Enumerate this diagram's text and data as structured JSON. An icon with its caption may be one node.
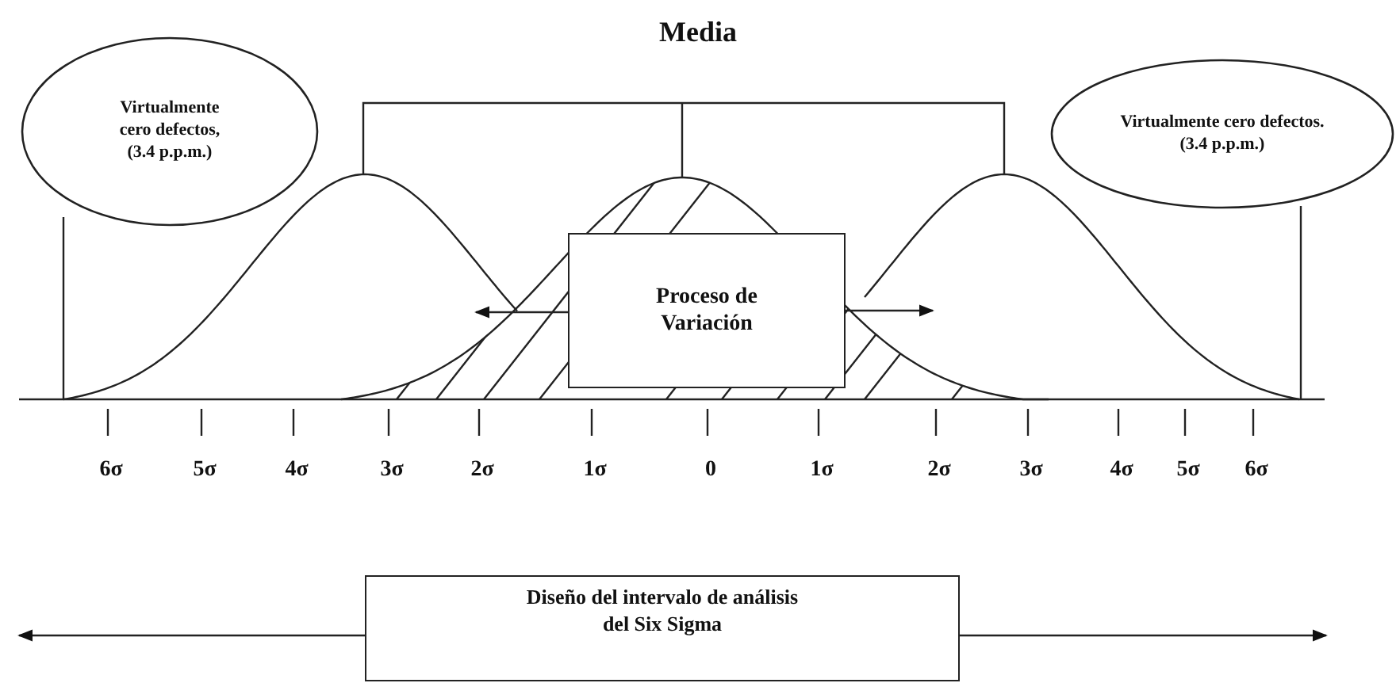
{
  "diagram": {
    "nodes": [
      {
        "text": [
          "Virtualmente cero defectos, (3.4 p.p.m.)"
        ]
      },
      {
        "text": [
          "Virtualmente cero defectos. (3.4 p.p.m.)"
        ]
      },
      {
        "text": [
          "Proceso de Variación"
        ]
      },
      {
        "text": [
          "Diseño del intervalo de análisis del Six Sigma"
        ]
      }
    ],
    "edges": [
      {
        "from": 2,
        "to": null,
        "arrow": "to"
      },
      {
        "from": 2,
        "to": null,
        "arrow": "to"
      },
      {
        "from": 3,
        "to": null,
        "arrow": "to"
      },
      {
        "from": 3,
        "to": null,
        "arrow": "to"
      }
    ],
    "labels": [
      "Media",
      "6σ",
      "5σ",
      "4σ",
      "3σ",
      "2σ",
      "1σ",
      "0",
      "1σ",
      "2σ",
      "3σ",
      "4σ",
      "5σ",
      "6σ"
    ]
  }
}
